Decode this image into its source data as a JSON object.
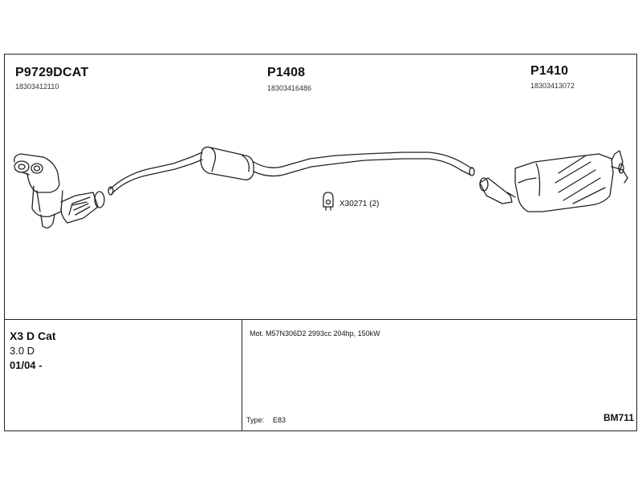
{
  "parts": [
    {
      "number": "P9729DCAT",
      "code": "18303412110"
    },
    {
      "number": "P1408",
      "code": "18303416486"
    },
    {
      "number": "P1410",
      "code": "18303413072"
    }
  ],
  "clamp": {
    "label": "X30271 (2)"
  },
  "vehicle": {
    "model": "X3 D Cat",
    "engine": "3.0 D",
    "date": "01/04 -"
  },
  "engine_info": "Mot. M57N306D2 2993cc 204hp, 150kW",
  "type": {
    "label": "Type:",
    "value": "E83"
  },
  "reference": "BM711"
}
